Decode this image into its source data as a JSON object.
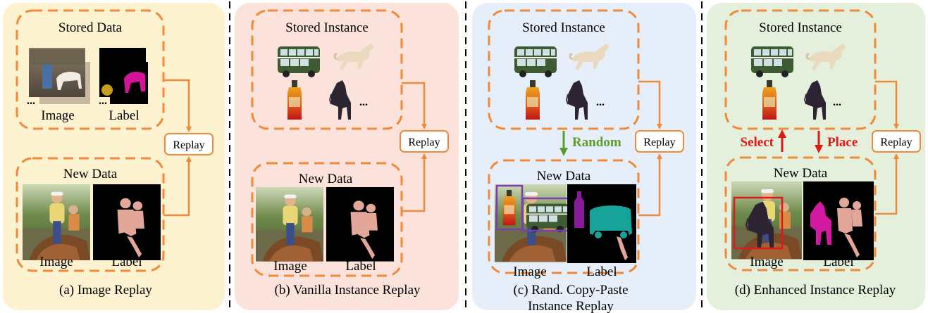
{
  "colors": {
    "panel_a": "#fdf2cf",
    "panel_b": "#fbe3dc",
    "panel_c": "#e6eff9",
    "panel_d": "#e4f0dc",
    "dash_orange": "#ef8a3c",
    "arrow_orange": "#ef8a3c",
    "random_green": "#5e9b2e",
    "select_red": "#e01818",
    "bbox_purple": "#7a3fb0",
    "divider": "#000000"
  },
  "panels": [
    {
      "caption": "(a) Image Replay",
      "stored_title": "Stored Data",
      "stored_image_label": "Image",
      "stored_label_label": "Label",
      "new_title": "New Data",
      "new_image_label": "Image",
      "new_label_label": "Label",
      "replay": "Replay",
      "dots": "..."
    },
    {
      "caption": "(b) Vanilla Instance Replay",
      "stored_title": "Stored Instance",
      "new_title": "New Data",
      "new_image_label": "Image",
      "new_label_label": "Label",
      "replay": "Replay",
      "dots": "..."
    },
    {
      "caption_line1": "(c) Rand. Copy-Paste",
      "caption_line2": "Instance Replay",
      "stored_title": "Stored Instance",
      "random": "Random",
      "new_title": "New Data",
      "new_image_label": "Image",
      "new_label_label": "Label",
      "replay": "Replay",
      "dots": "..."
    },
    {
      "caption": "(d) Enhanced Instance Replay",
      "stored_title": "Stored Instance",
      "select": "Select",
      "place": "Place",
      "new_title": "New Data",
      "new_image_label": "Image",
      "new_label_label": "Label",
      "replay": "Replay",
      "dots": "..."
    }
  ],
  "icons": {
    "bus": "bus-instance-icon",
    "horse_running": "running-horse-instance-icon",
    "bottle": "bottle-instance-icon",
    "horse_dark": "dark-horse-instance-icon"
  }
}
